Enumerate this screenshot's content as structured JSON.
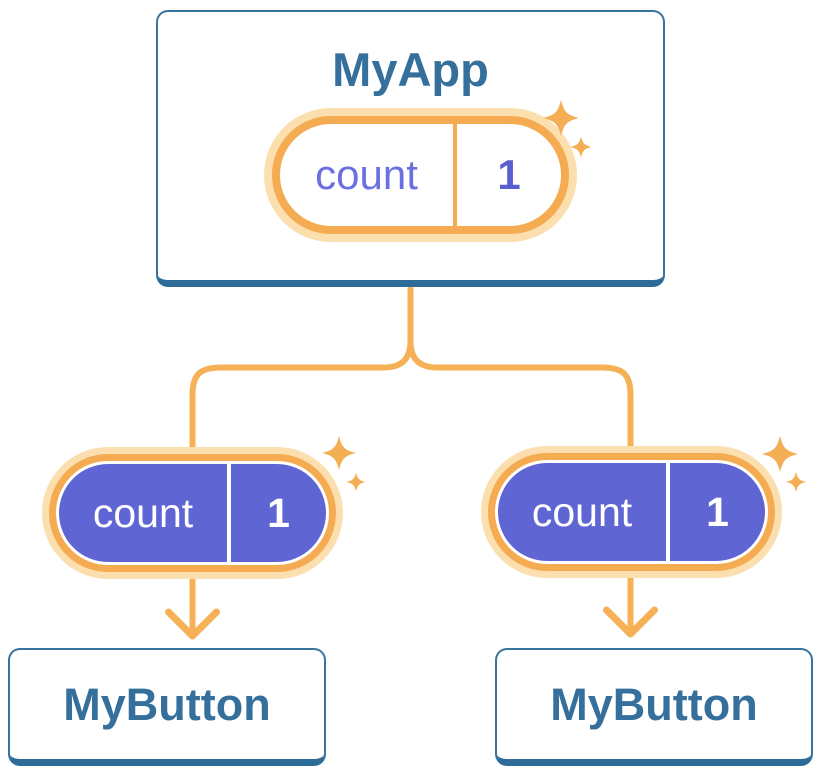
{
  "colors": {
    "accent_orange_line": "#f6b157",
    "pill_ring_orange": "#f5ab51",
    "pill_halo_orange": "#fbdfae",
    "sparkle_orange": "#f4af55",
    "pill_fill_purple": "#5f66d4",
    "state_label_purple": "#6a70e0",
    "state_value_indigo": "#5a5fd0",
    "node_text_blue": "#35709d",
    "node_border_blue": "#3a739e",
    "node_border_bottom_blue": "#2d6c99",
    "background": "#ffffff"
  },
  "icons": {
    "sparkle-icon": "four-point star ✦",
    "arrow-down-icon": "orange downward arrow with chevron head"
  },
  "tree": {
    "root": {
      "title": "MyApp",
      "state": {
        "label": "count",
        "value": "1"
      }
    },
    "children": [
      {
        "state": {
          "label": "count",
          "value": "1"
        },
        "component": {
          "title": "MyButton"
        }
      },
      {
        "state": {
          "label": "count",
          "value": "1"
        },
        "component": {
          "title": "MyButton"
        }
      }
    ]
  }
}
